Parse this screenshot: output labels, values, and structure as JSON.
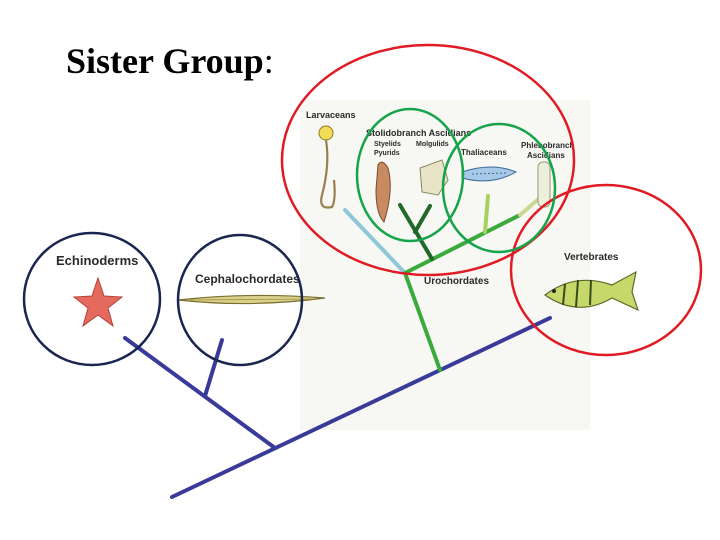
{
  "title": {
    "text": "Sister Group",
    "colon": ":"
  },
  "labels": {
    "larvaceans": "Larvaceans",
    "stolidobranch": "Stolidobranch Ascidians",
    "styelids": "Styelids",
    "pyurids": "Pyurids",
    "molgulids": "Molgulids",
    "thaliaceans": "Thaliaceans",
    "phlebobranch": "Phlebobranch",
    "phlebobranch2": "Ascidians",
    "echinoderms": "Echinoderms",
    "cephalochordates": "Cephalochordates",
    "urochordates": "Urochordates",
    "vertebrates": "Vertebrates"
  },
  "colors": {
    "main_branch": "#3a3a9a",
    "uro_branch": "#3aaa3a",
    "larvacean_branch": "#8ec8d8",
    "stolido_branch": "#1f6a2a",
    "thaliacean_branch": "#a8d060",
    "phlebo_branch": "#c8d890",
    "red_circle": "#e01b24",
    "green_circle": "#16a34a",
    "navy_circle": "#1a2550"
  }
}
